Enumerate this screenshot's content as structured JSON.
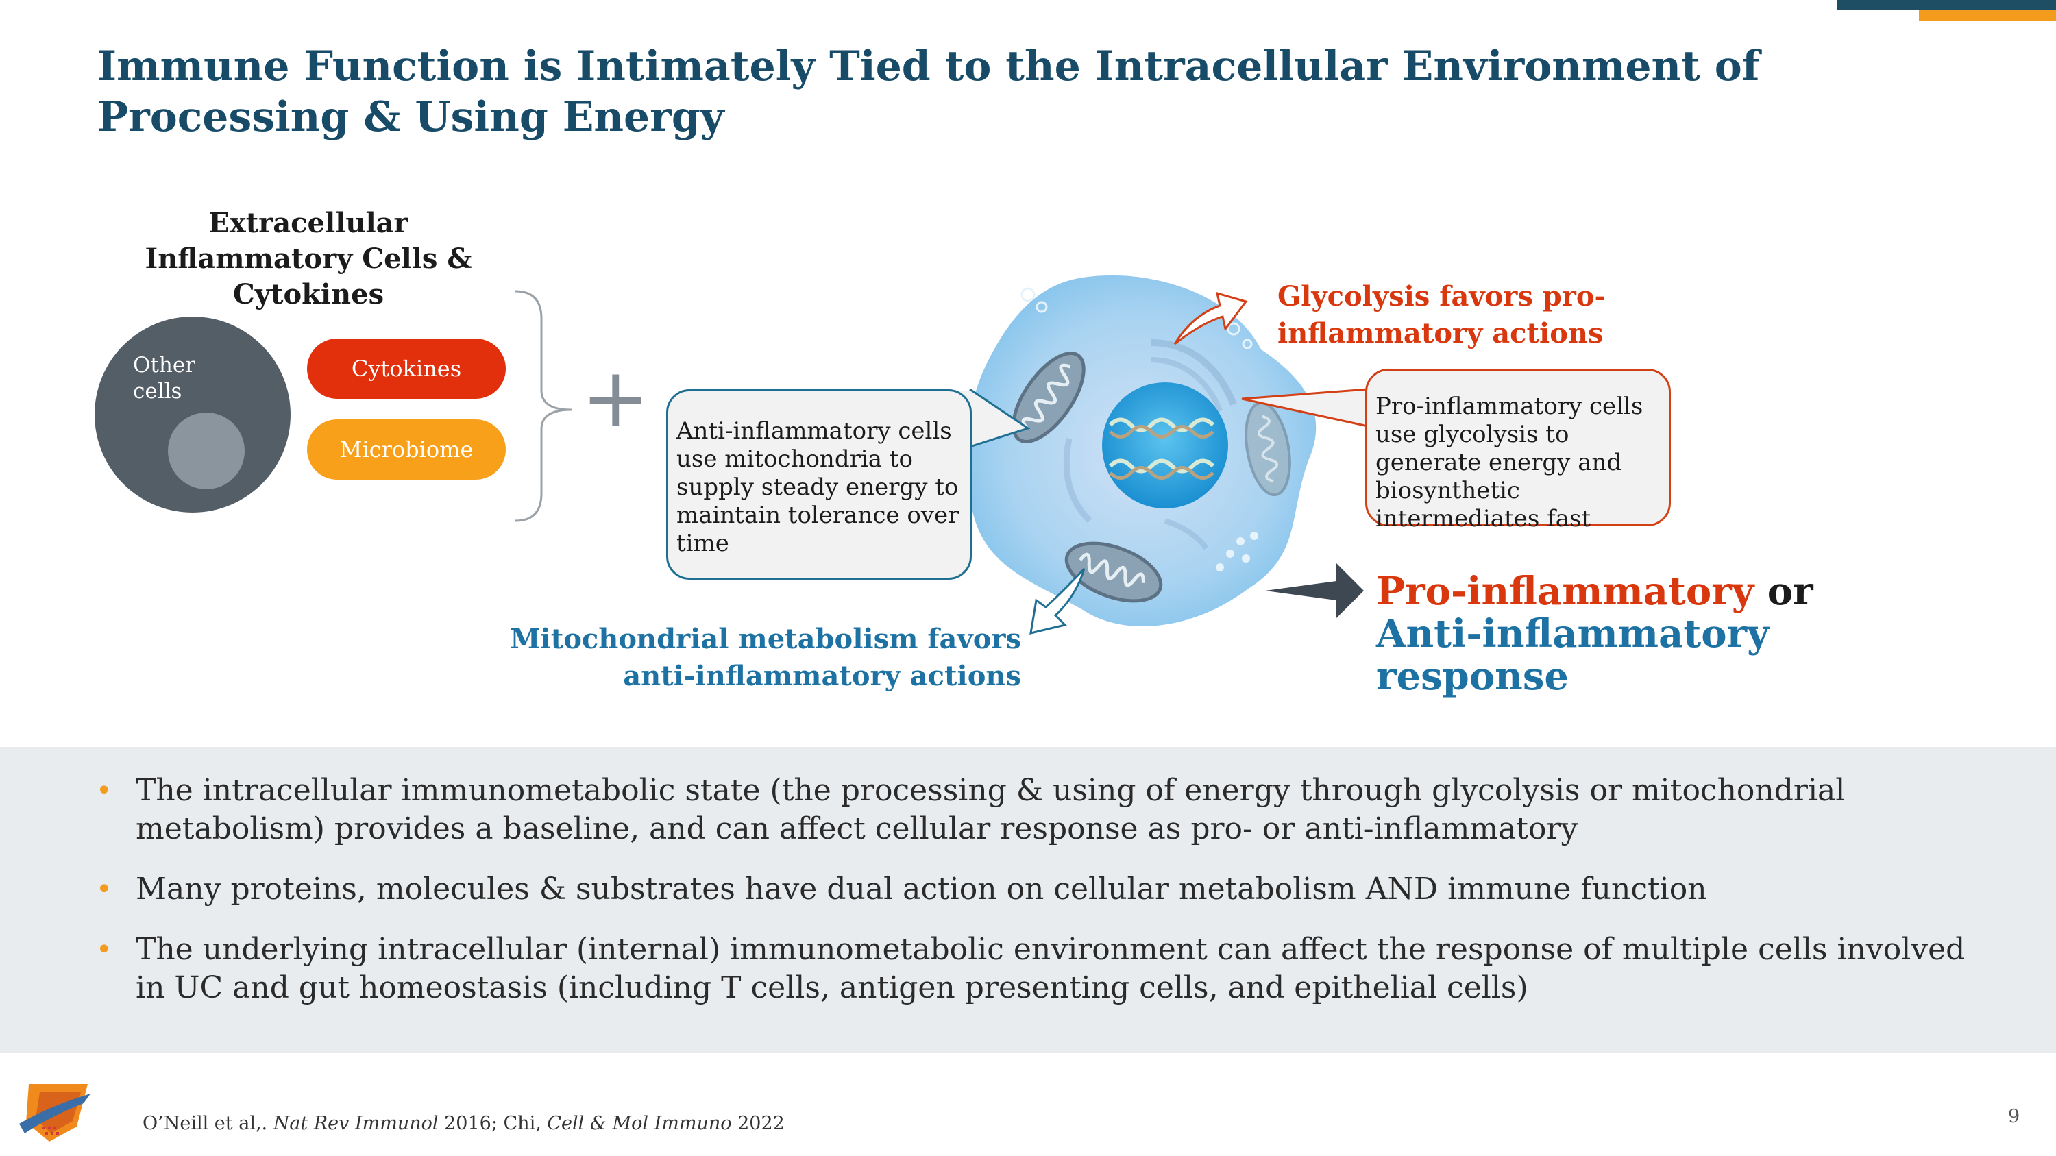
{
  "title": "Immune Function is Intimately Tied to the Intracellular Environment of Processing & Using Energy",
  "extracellular": {
    "heading": "Extracellular Inflammatory Cells & Cytokines",
    "other_cells": "Other cells",
    "cytokines": "Cytokines",
    "microbiome": "Microbiome"
  },
  "callouts": {
    "anti": "Anti-inflammatory cells use mitochondria to supply steady energy to maintain tolerance over time",
    "pro": "Pro-inflammatory cells use glycolysis to generate energy and biosynthetic intermediates fast"
  },
  "labels": {
    "glycolysis": "Glycolysis favors pro-inflammatory actions",
    "mitochondrial": "Mitochondrial metabolism favors anti-inflammatory actions"
  },
  "response": {
    "pro": "Pro-inflammatory",
    "or": "or",
    "anti": "Anti-inflammatory response"
  },
  "bullets": [
    "The intracellular immunometabolic state (the processing & using of energy through glycolysis or mitochondrial metabolism) provides a baseline, and can affect cellular response as pro- or anti-inflammatory",
    "Many proteins, molecules & substrates have dual action on cellular metabolism AND immune function",
    "The underlying intracellular (internal) immunometabolic environment can affect the response of multiple cells involved in UC and gut homeostasis (including T cells, antigen presenting cells, and epithelial cells)"
  ],
  "citation": {
    "part1": "O’Neill et al,. ",
    "journal1": "Nat Rev Immunol",
    "part2": " 2016; Chi, ",
    "journal2": "Cell & Mol Immuno",
    "part3": " 2022"
  },
  "page_number": "9",
  "colors": {
    "title": "#174b68",
    "pro": "#d9380e",
    "anti": "#1d72a3",
    "accent_orange": "#f29b1d"
  }
}
